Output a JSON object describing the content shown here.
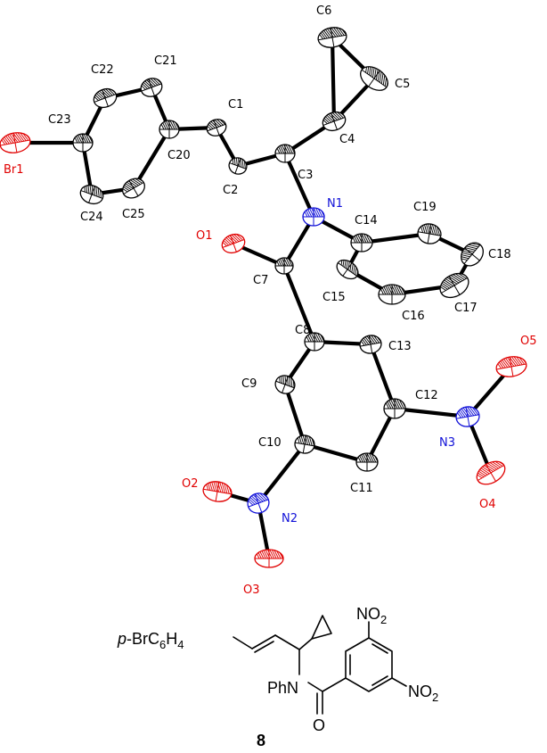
{
  "figure": {
    "colors": {
      "C": "#000000",
      "O": "#e00000",
      "N": "#1010d8",
      "Br": "#e00000"
    },
    "atoms": [
      {
        "id": "C1",
        "el": "C"
      },
      {
        "id": "C2",
        "el": "C"
      },
      {
        "id": "C3",
        "el": "C"
      },
      {
        "id": "C4",
        "el": "C"
      },
      {
        "id": "C5",
        "el": "C"
      },
      {
        "id": "C6",
        "el": "C"
      },
      {
        "id": "C7",
        "el": "C"
      },
      {
        "id": "C8",
        "el": "C"
      },
      {
        "id": "C9",
        "el": "C"
      },
      {
        "id": "C10",
        "el": "C"
      },
      {
        "id": "C11",
        "el": "C"
      },
      {
        "id": "C12",
        "el": "C"
      },
      {
        "id": "C13",
        "el": "C"
      },
      {
        "id": "C14",
        "el": "C"
      },
      {
        "id": "C15",
        "el": "C"
      },
      {
        "id": "C16",
        "el": "C"
      },
      {
        "id": "C17",
        "el": "C"
      },
      {
        "id": "C18",
        "el": "C"
      },
      {
        "id": "C19",
        "el": "C"
      },
      {
        "id": "C20",
        "el": "C"
      },
      {
        "id": "C21",
        "el": "C"
      },
      {
        "id": "C22",
        "el": "C"
      },
      {
        "id": "C23",
        "el": "C"
      },
      {
        "id": "C24",
        "el": "C"
      },
      {
        "id": "C25",
        "el": "C"
      },
      {
        "id": "N1",
        "el": "N"
      },
      {
        "id": "N2",
        "el": "N"
      },
      {
        "id": "N3",
        "el": "N"
      },
      {
        "id": "O1",
        "el": "O"
      },
      {
        "id": "O2",
        "el": "O"
      },
      {
        "id": "O3",
        "el": "O"
      },
      {
        "id": "O4",
        "el": "O"
      },
      {
        "id": "O5",
        "el": "O"
      },
      {
        "id": "Br1",
        "el": "Br"
      }
    ],
    "bonds": [
      [
        "Br1",
        "C23"
      ],
      [
        "C23",
        "C22"
      ],
      [
        "C22",
        "C21"
      ],
      [
        "C21",
        "C20"
      ],
      [
        "C20",
        "C25"
      ],
      [
        "C25",
        "C24"
      ],
      [
        "C24",
        "C23"
      ],
      [
        "C20",
        "C1"
      ],
      [
        "C1",
        "C2"
      ],
      [
        "C2",
        "C3"
      ],
      [
        "C3",
        "C4"
      ],
      [
        "C4",
        "C5"
      ],
      [
        "C5",
        "C6"
      ],
      [
        "C6",
        "C4"
      ],
      [
        "C3",
        "N1"
      ],
      [
        "N1",
        "C14"
      ],
      [
        "C14",
        "C15"
      ],
      [
        "C15",
        "C16"
      ],
      [
        "C16",
        "C17"
      ],
      [
        "C17",
        "C18"
      ],
      [
        "C18",
        "C19"
      ],
      [
        "C19",
        "C14"
      ],
      [
        "N1",
        "C7"
      ],
      [
        "C7",
        "O1"
      ],
      [
        "C7",
        "C8"
      ],
      [
        "C8",
        "C9"
      ],
      [
        "C9",
        "C10"
      ],
      [
        "C10",
        "C11"
      ],
      [
        "C11",
        "C12"
      ],
      [
        "C12",
        "C13"
      ],
      [
        "C13",
        "C8"
      ],
      [
        "C10",
        "N2"
      ],
      [
        "N2",
        "O2"
      ],
      [
        "N2",
        "O3"
      ],
      [
        "C12",
        "N3"
      ],
      [
        "N3",
        "O4"
      ],
      [
        "N3",
        "O5"
      ]
    ]
  },
  "scheme": {
    "substituent_prefix": "p",
    "substituent_rest": "-BrC",
    "sub_6": "6",
    "h": "H",
    "sub_4": "4",
    "no2_top_main": "NO",
    "no2_top_sub": "2",
    "no2_right_main": "NO",
    "no2_right_sub": "2",
    "phn": "PhN",
    "oxygen": "O",
    "compound_number": "8"
  }
}
